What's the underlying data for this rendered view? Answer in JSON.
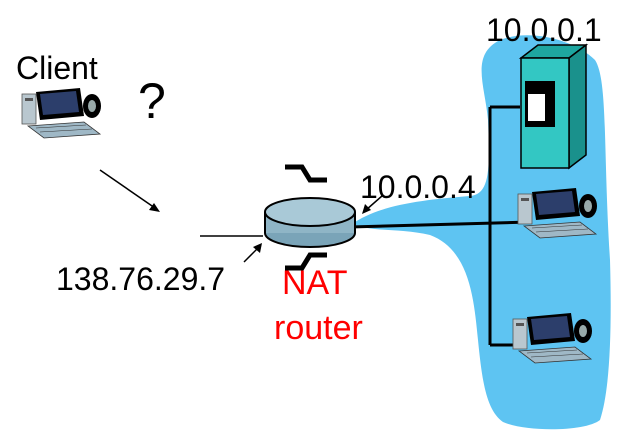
{
  "labels": {
    "client": "Client",
    "question": "?",
    "public_ip": "138.76.29.7",
    "nat_line1": "NAT",
    "nat_line2": "router",
    "router_private_ip": "10.0.0.4",
    "server_ip": "10.0.0.1"
  },
  "colors": {
    "lan": "#5ec4f2",
    "server_body": "#33c7c3",
    "router_body": "#8fb5c6",
    "nat_text": "#ff0000",
    "line": "#000000"
  },
  "icons": {
    "client": "desktop-computer-icon",
    "server": "server-tower-icon",
    "router": "router-icon",
    "host1": "desktop-computer-icon",
    "host2": "desktop-computer-icon"
  }
}
